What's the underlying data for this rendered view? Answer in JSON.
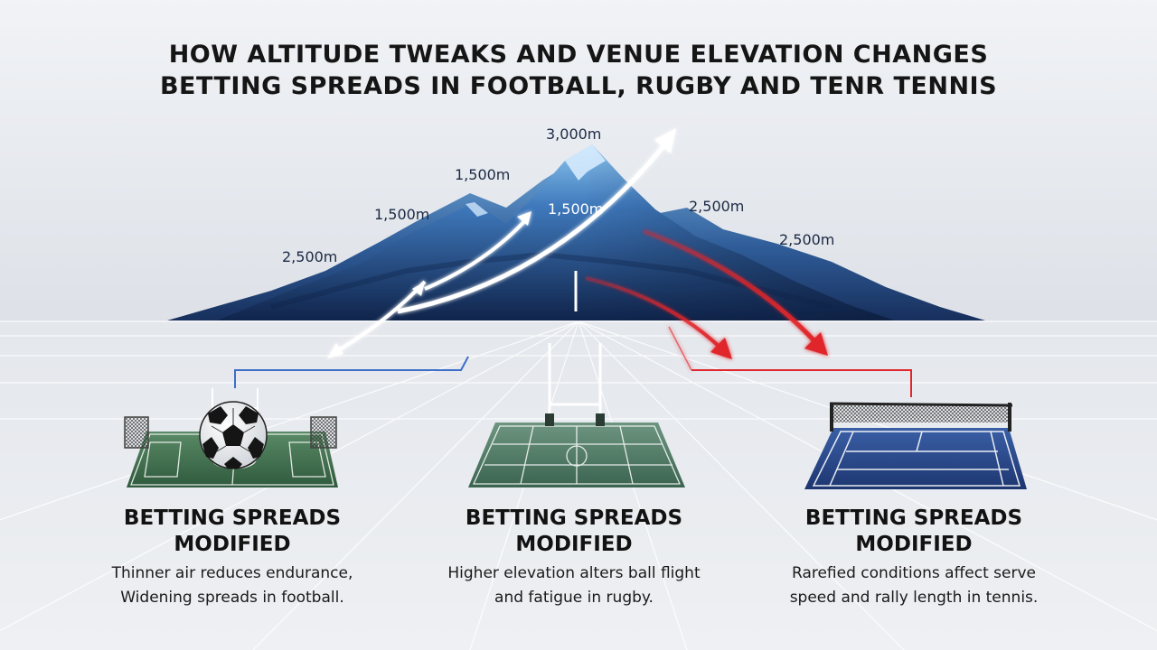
{
  "title": {
    "line1": "HOW ALTITUDE TWEAKS AND VENUE ELEVATION CHANGES",
    "line2": "BETTING SPREADS IN FOOTBALL, RUGBY AND TENR TENNIS"
  },
  "altitudes": {
    "a1": "2,500m",
    "a2": "1,500m",
    "a3": "1,500m",
    "a4": "3,000m",
    "a5": "1,500m",
    "a6": "2,500m",
    "a7": "2,500m"
  },
  "panels": {
    "football": {
      "heading_line1": "BETTING SPREADS",
      "heading_line2": "MODIFIED",
      "body_line1": "Thinner air reduces endurance,",
      "body_line2": "Widening spreads in football."
    },
    "rugby": {
      "heading_line1": "BETTING SPREADS",
      "heading_line2": "MODIFIED",
      "body_line1": "Higher elevation alters ball flight",
      "body_line2": "and fatigue in rugby."
    },
    "tennis": {
      "heading_line1": "BETTING SPREADS",
      "heading_line2": "MODIFIED",
      "body_line1": "Rarefied conditions affect serve",
      "body_line2": "speed and rally length in tennis."
    }
  },
  "colors": {
    "mountain_light": "#5b9fd8",
    "mountain_dark": "#132a55",
    "arrow_up": "#ffffff",
    "arrow_down": "#e0262b",
    "connector_blue": "#3d6fc9",
    "football_pitch": "#3f6e4f",
    "rugby_pitch": "#4d7560",
    "tennis_court": "#26427e"
  }
}
